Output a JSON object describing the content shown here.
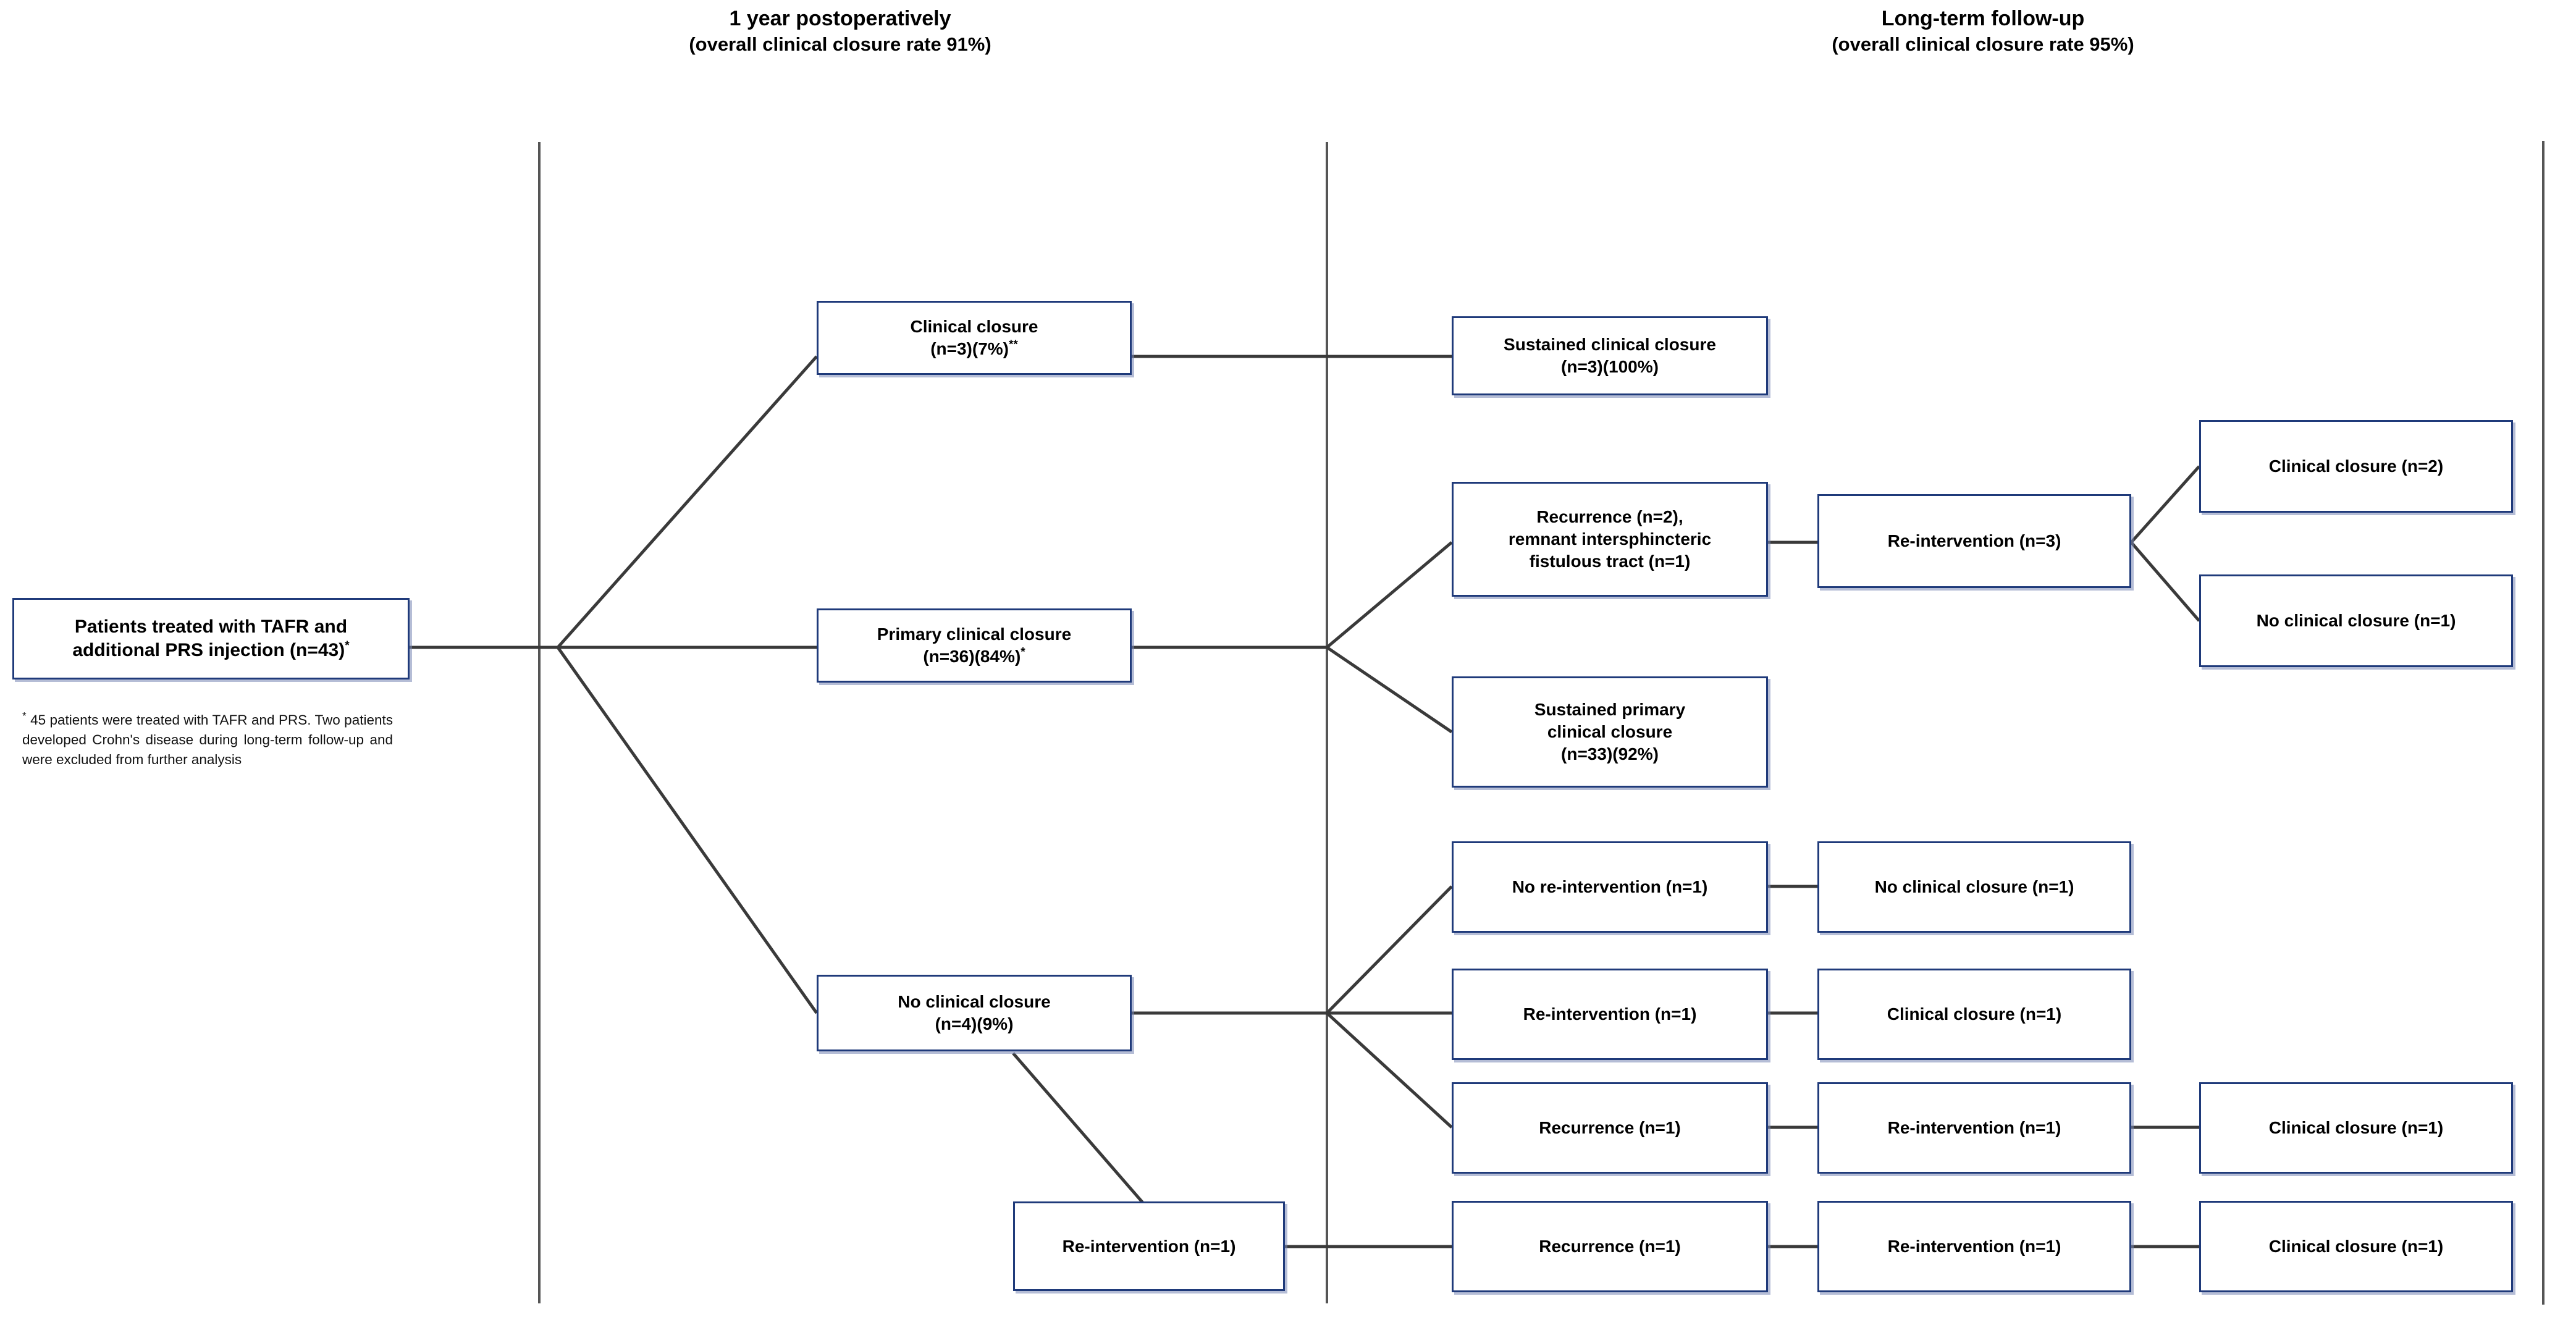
{
  "headers": [
    {
      "id": "col-1year",
      "title": "1 year postoperatively",
      "subtitle": "(overall clinical closure rate 91%)"
    },
    {
      "id": "col-longterm",
      "title": "Long-term follow-up",
      "subtitle": "(overall clinical closure rate 95%)"
    }
  ],
  "root": {
    "line1": "Patients treated with TAFR and",
    "line2": "additional PRS injection (n=43)",
    "marker": "*"
  },
  "footnote": {
    "marker": "*",
    "text": "45 patients were treated with TAFR and PRS. Two patients developed Crohn's disease during long-term follow-up and were excluded from further analysis"
  },
  "nodes": {
    "clinical_closure_1y": {
      "line1": "Clinical closure",
      "line2": "(n=3)(7%)",
      "marker": "**"
    },
    "primary_clinical_closure_1y": {
      "line1": "Primary clinical  closure",
      "line2": "(n=36)(84%)",
      "marker": "*"
    },
    "no_clinical_closure_1y": {
      "line1": "No clinical closure",
      "line2": "(n=4)(9%)",
      "marker": ""
    },
    "reintervention_1y": {
      "line1": "Re-intervention (n=1)",
      "line2": "",
      "marker": ""
    },
    "sustained_clinical_closure": {
      "line1": "Sustained clinical closure",
      "line2": "(n=3)(100%)",
      "marker": ""
    },
    "recurrence_remnant": {
      "line1": "Recurrence (n=2),",
      "line2": "remnant intersphincteric",
      "line3": "fistulous tract (n=1)",
      "marker": ""
    },
    "sustained_primary_closure": {
      "line1": "Sustained primary",
      "line2": "clinical closure",
      "line3": "(n=33)(92%)",
      "marker": ""
    },
    "reintervention_n3": {
      "line1": "Re-intervention (n=3)",
      "line2": "",
      "marker": ""
    },
    "clinical_closure_n2": {
      "line1": "Clinical closure (n=2)",
      "line2": "",
      "marker": ""
    },
    "no_clinical_closure_n1_top": {
      "line1": "No clinical closure (n=1)",
      "line2": "",
      "marker": ""
    },
    "no_reintervention_n1": {
      "line1": "No re-intervention (n=1)",
      "line2": "",
      "marker": ""
    },
    "no_clinical_closure_n1_rowA": {
      "line1": "No clinical closure (n=1)",
      "line2": "",
      "marker": ""
    },
    "reintervention_n1_rowB": {
      "line1": "Re-intervention (n=1)",
      "line2": "",
      "marker": ""
    },
    "clinical_closure_n1_rowB": {
      "line1": "Clinical closure (n=1)",
      "line2": "",
      "marker": ""
    },
    "recurrence_n1_rowC": {
      "line1": "Recurrence (n=1)",
      "line2": "",
      "marker": ""
    },
    "reintervention_n1_rowC": {
      "line1": "Re-intervention (n=1)",
      "line2": "",
      "marker": ""
    },
    "clinical_closure_n1_rowC": {
      "line1": "Clinical closure (n=1)",
      "line2": "",
      "marker": ""
    },
    "recurrence_n1_rowD": {
      "line1": "Recurrence (n=1)",
      "line2": "",
      "marker": ""
    },
    "reintervention_n1_rowD": {
      "line1": "Re-intervention (n=1)",
      "line2": "",
      "marker": ""
    },
    "clinical_closure_n1_rowD": {
      "line1": "Clinical closure (n=1)",
      "line2": "",
      "marker": ""
    }
  },
  "colors": {
    "box_border": "#1f3a7a",
    "box_shadow": "#7887b4",
    "connector": "#3a3a3a",
    "divider": "#555555",
    "text": "#000000",
    "background": "#ffffff"
  }
}
